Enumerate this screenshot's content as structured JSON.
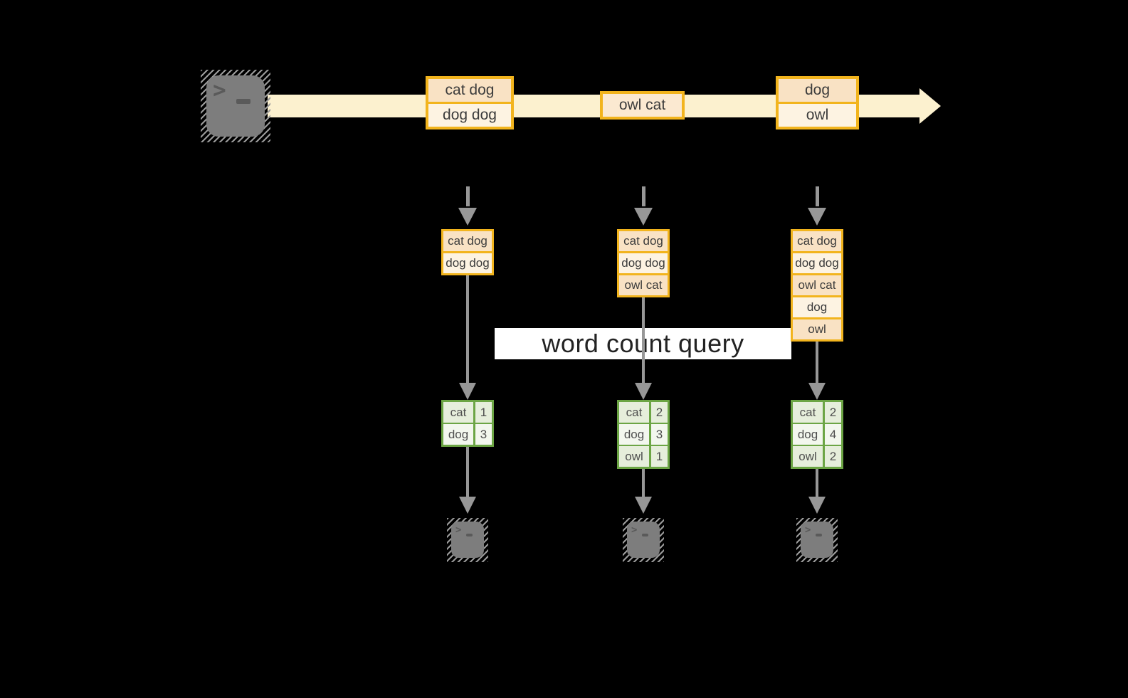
{
  "query": {
    "label": "word count query"
  },
  "icons": {
    "terminal_prompt": ">"
  },
  "colors": {
    "stream_band": "#fcf1cf",
    "box_border": "#f2b41d",
    "fill_peach": "#f9e2c4",
    "fill_peach_light": "#fbe9d1",
    "fill_cream": "#fdf3e2",
    "green_border": "#6ca544",
    "green_fill_dark": "#e6eedb",
    "green_fill_light": "#f3f7ee",
    "arrow_gray": "#979797",
    "terminal_gray": "#7d7d7d",
    "query_band_bg": "#ffffff",
    "text_dark": "#3c3c3c"
  },
  "stream": {
    "groups": [
      {
        "rows": [
          {
            "text": "cat dog"
          },
          {
            "text": "dog dog"
          }
        ]
      },
      {
        "rows": [
          {
            "text": "owl cat"
          }
        ]
      },
      {
        "rows": [
          {
            "text": "dog"
          },
          {
            "text": "owl"
          }
        ]
      }
    ]
  },
  "columns": [
    {
      "buffer": [
        "cat dog",
        "dog dog"
      ],
      "counts": [
        {
          "word": "cat",
          "value": "1"
        },
        {
          "word": "dog",
          "value": "3"
        }
      ]
    },
    {
      "buffer": [
        "cat dog",
        "dog dog",
        "owl cat"
      ],
      "counts": [
        {
          "word": "cat",
          "value": "2"
        },
        {
          "word": "dog",
          "value": "3"
        },
        {
          "word": "owl",
          "value": "1"
        }
      ]
    },
    {
      "buffer": [
        "cat dog",
        "dog dog",
        "owl cat",
        "dog",
        "owl"
      ],
      "counts": [
        {
          "word": "cat",
          "value": "2"
        },
        {
          "word": "dog",
          "value": "4"
        },
        {
          "word": "owl",
          "value": "2"
        }
      ]
    }
  ]
}
